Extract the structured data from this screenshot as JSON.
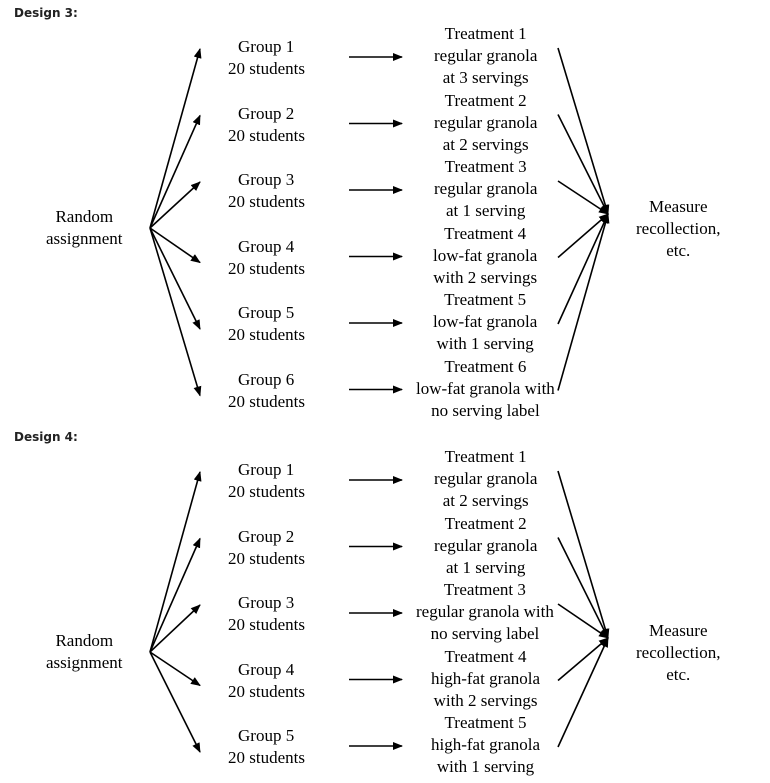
{
  "designs": [
    {
      "title": "Design 3:",
      "random": [
        "Random",
        "assignment"
      ],
      "measure": [
        "Measure",
        "recollection,",
        "etc."
      ],
      "groups": [
        {
          "name": "Group 1",
          "students": "20 students",
          "treatment": [
            "Treatment 1",
            "regular granola",
            "at 3 servings"
          ]
        },
        {
          "name": "Group 2",
          "students": "20 students",
          "treatment": [
            "Treatment 2",
            "regular granola",
            "at 2 servings"
          ]
        },
        {
          "name": "Group 3",
          "students": "20 students",
          "treatment": [
            "Treatment 3",
            "regular granola",
            "at 1 serving"
          ]
        },
        {
          "name": "Group 4",
          "students": "20 students",
          "treatment": [
            "Treatment 4",
            "low-fat granola",
            "with 2 servings"
          ]
        },
        {
          "name": "Group 5",
          "students": "20 students",
          "treatment": [
            "Treatment 5",
            "low-fat granola",
            "with 1 serving"
          ]
        },
        {
          "name": "Group 6",
          "students": "20 students",
          "treatment": [
            "Treatment 6",
            "low-fat granola with",
            "no serving label"
          ]
        }
      ]
    },
    {
      "title": "Design 4:",
      "random": [
        "Random",
        "assignment"
      ],
      "measure": [
        "Measure",
        "recollection,",
        "etc."
      ],
      "groups": [
        {
          "name": "Group 1",
          "students": "20 students",
          "treatment": [
            "Treatment 1",
            "regular granola",
            "at 2 servings"
          ]
        },
        {
          "name": "Group 2",
          "students": "20 students",
          "treatment": [
            "Treatment 2",
            "regular granola",
            "at 1 serving"
          ]
        },
        {
          "name": "Group 3",
          "students": "20 students",
          "treatment": [
            "Treatment 3",
            "regular granola with",
            "no serving label"
          ]
        },
        {
          "name": "Group 4",
          "students": "20 students",
          "treatment": [
            "Treatment 4",
            "high-fat granola",
            "with 2 servings"
          ]
        },
        {
          "name": "Group 5",
          "students": "20 students",
          "treatment": [
            "Treatment 5",
            "high-fat granola",
            "with 1 serving"
          ]
        }
      ]
    }
  ]
}
